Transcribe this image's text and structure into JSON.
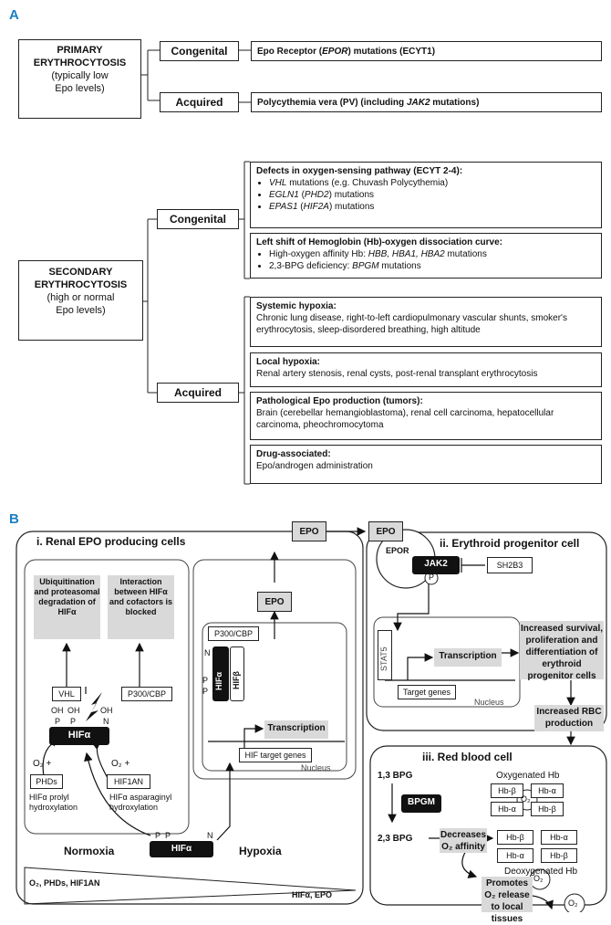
{
  "panel_a": {
    "letter": "A",
    "primary": {
      "title_line1": "PRIMARY",
      "title_line2": "ERYTHROCYTOSIS",
      "sub1": "(typically low",
      "sub2": "Epo levels)"
    },
    "primary_congenital": {
      "label": "Congenital",
      "text_pre": "Epo Receptor (",
      "text_ital": "EPOR",
      "text_post": ") mutations (ECYT1)"
    },
    "primary_acquired": {
      "label": "Acquired",
      "text_pre": "Polycythemia vera (PV) (including ",
      "text_ital": "JAK2",
      "text_post": " mutations)"
    },
    "secondary": {
      "title_line1": "SECONDARY",
      "title_line2": "ERYTHROCYTOSIS",
      "sub1": "(high or normal",
      "sub2": "Epo levels)"
    },
    "secondary_congenital": {
      "label": "Congenital",
      "oxygen_sensing": {
        "title": "Defects in oxygen-sensing pathway (ECYT 2-4):",
        "items": [
          {
            "ital": "VHL",
            "rest": " mutations (e.g. Chuvash Polycythemia)"
          },
          {
            "ital": "EGLN1",
            "mid_open": " (",
            "ital2": "PHD2",
            "rest": ") mutations"
          },
          {
            "ital": "EPAS1",
            "mid_open": " (",
            "ital2": "HIF2A",
            "rest": ") mutations"
          }
        ]
      },
      "left_shift": {
        "title": "Left shift of Hemoglobin (Hb)-oxygen dissociation curve:",
        "item1_pre": "High-oxygen affinity Hb: ",
        "item1_ital": "HBB, HBA1, HBA2",
        "item1_post": " mutations",
        "item2_pre": "2,3-BPG deficiency: ",
        "item2_ital": "BPGM",
        "item2_post": " mutations"
      }
    },
    "secondary_acquired": {
      "label": "Acquired",
      "systemic": {
        "title": "Systemic hypoxia:",
        "text": "Chronic lung disease, right-to-left cardiopulmonary vascular shunts, smoker's erythrocytosis, sleep-disordered breathing, high altitude"
      },
      "local": {
        "title": "Local hypoxia:",
        "text": "Renal artery stenosis, renal cysts, post-renal transplant erythrocytosis"
      },
      "tumors": {
        "title": "Pathological Epo production (tumors):",
        "text": "Brain (cerebellar hemangioblastoma), renal cell carcinoma, hepatocellular carcinoma, pheochromocytoma"
      },
      "drug": {
        "title": "Drug-associated:",
        "text": "Epo/androgen administration"
      }
    }
  },
  "panel_b": {
    "letter": "B",
    "renal_title": "i. Renal EPO producing cells",
    "erythroid_title": "ii. Erythroid progenitor cell",
    "rbc_title": "iii. Red blood cell",
    "ubiquitination": "Ubiquitination and proteasomal degradation of HIFα",
    "interaction": "Interaction between HIFα and cofactors is blocked",
    "vhl": "VHL",
    "p300": "P300/CBP",
    "oh": "OH",
    "p": "P",
    "n": "N",
    "hifa": "HIFα",
    "hifb": "HIFβ",
    "o2_plus": "O₂ +",
    "phds": "PHDs",
    "hif1an": "HIF1AN",
    "prolyl": "HIFα prolyl hydroxylation",
    "asparaginyl": "HIFα asparaginyl hydroxylation",
    "normoxia": "Normoxia",
    "hypoxia": "Hypoxia",
    "gradient_left": "O₂, PHDs, HIF1AN",
    "gradient_right": "HIFα, EPO",
    "transcription": "Transcription",
    "hif_target_genes": "HIF target genes",
    "nucleus": "Nucleus",
    "epo": "EPO",
    "epor": "EPOR",
    "jak2": "JAK2",
    "sh2b3": "SH2B3",
    "stat5": "STAT5",
    "target_genes": "Target genes",
    "increased_survival": "Increased survival, proliferation and differentiation of erythroid progenitor cells",
    "increased_rbc": "Increased RBC production",
    "bpg13": "1,3 BPG",
    "bpgm": "BPGM",
    "bpg23": "2,3 BPG",
    "oxygenated_hb": "Oxygenated Hb",
    "deoxygenated_hb": "Deoxygenated Hb",
    "hb_beta": "Hb-β",
    "hb_alpha": "Hb-α",
    "o2": "O₂",
    "decreases_affinity": "Decreases O₂ affinity",
    "promotes_release": "Promotes O₂ release to local tissues"
  },
  "colors": {
    "panel_letter": "#1b7fc4",
    "grey_box": "#d9d9d9",
    "black_box": "#111111"
  }
}
